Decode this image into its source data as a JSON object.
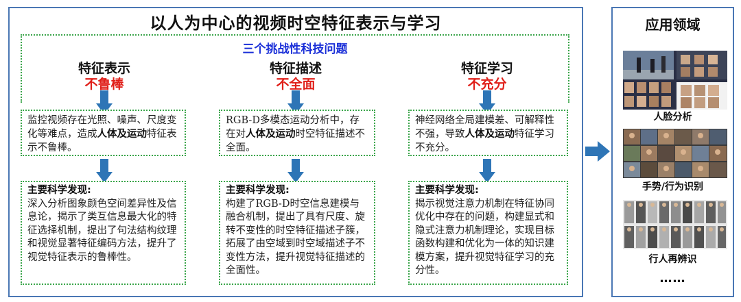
{
  "title": "以人为中心的视频时空特征表示与学习",
  "challenges_title": "三个挑战性科技问题",
  "columns": [
    {
      "heading": "特征表示",
      "problem": "不鲁棒",
      "desc_pre": "监控视频存在光照、噪声、尺度变化等难点，造成",
      "desc_bold": "人体及运动",
      "desc_post": "特征表示不鲁棒。",
      "finding_head": "主要科学发现:",
      "finding_body": "深入分析图象颜色空间差异性及信息论，揭示了类互信息最大化的特征选择机制，提出了句法结构纹理和视觉显著特征编码方法，提升了视觉特征表示的鲁棒性。"
    },
    {
      "heading": "特征描述",
      "problem": "不全面",
      "desc_pre": "RGB-D多模态运动分析中，存在对",
      "desc_bold": "人体及运动",
      "desc_post": "时空特征描述不全面。",
      "finding_head": "主要科学发现:",
      "finding_body": "构建了RGB-D时空信息建模与融合机制，提出了具有尺度、旋转不变性的时空特征描述子簇，拓展了由空域到时空域描述子不变性方法，提升视觉特征描述的全面性。"
    },
    {
      "heading": "特征学习",
      "problem": "不充分",
      "desc_pre": "神经网络全局建模差、可解释性不强，导致",
      "desc_bold": "人体及运动",
      "desc_post": "特征学习不充分。",
      "finding_head": "主要科学发现:",
      "finding_body": "揭示视觉注意力机制在特征协同优化中存在的问题，构建显式和隐式注意力机制理论，实现目标函数构建和优化为一体的知识建模方案，提升视觉特征学习的充分性。"
    }
  ],
  "applications": {
    "title": "应用领域",
    "items": [
      {
        "label": "人脸分析"
      },
      {
        "label": "手势/行为识别"
      },
      {
        "label": "行人再辨识"
      }
    ],
    "more": "……"
  },
  "colors": {
    "frame": "#4a77b4",
    "arrow": "#2e75b6",
    "dotted_border": "#3aa54a",
    "challenge_title": "#1a2fd8",
    "problem": "#e0201a"
  }
}
